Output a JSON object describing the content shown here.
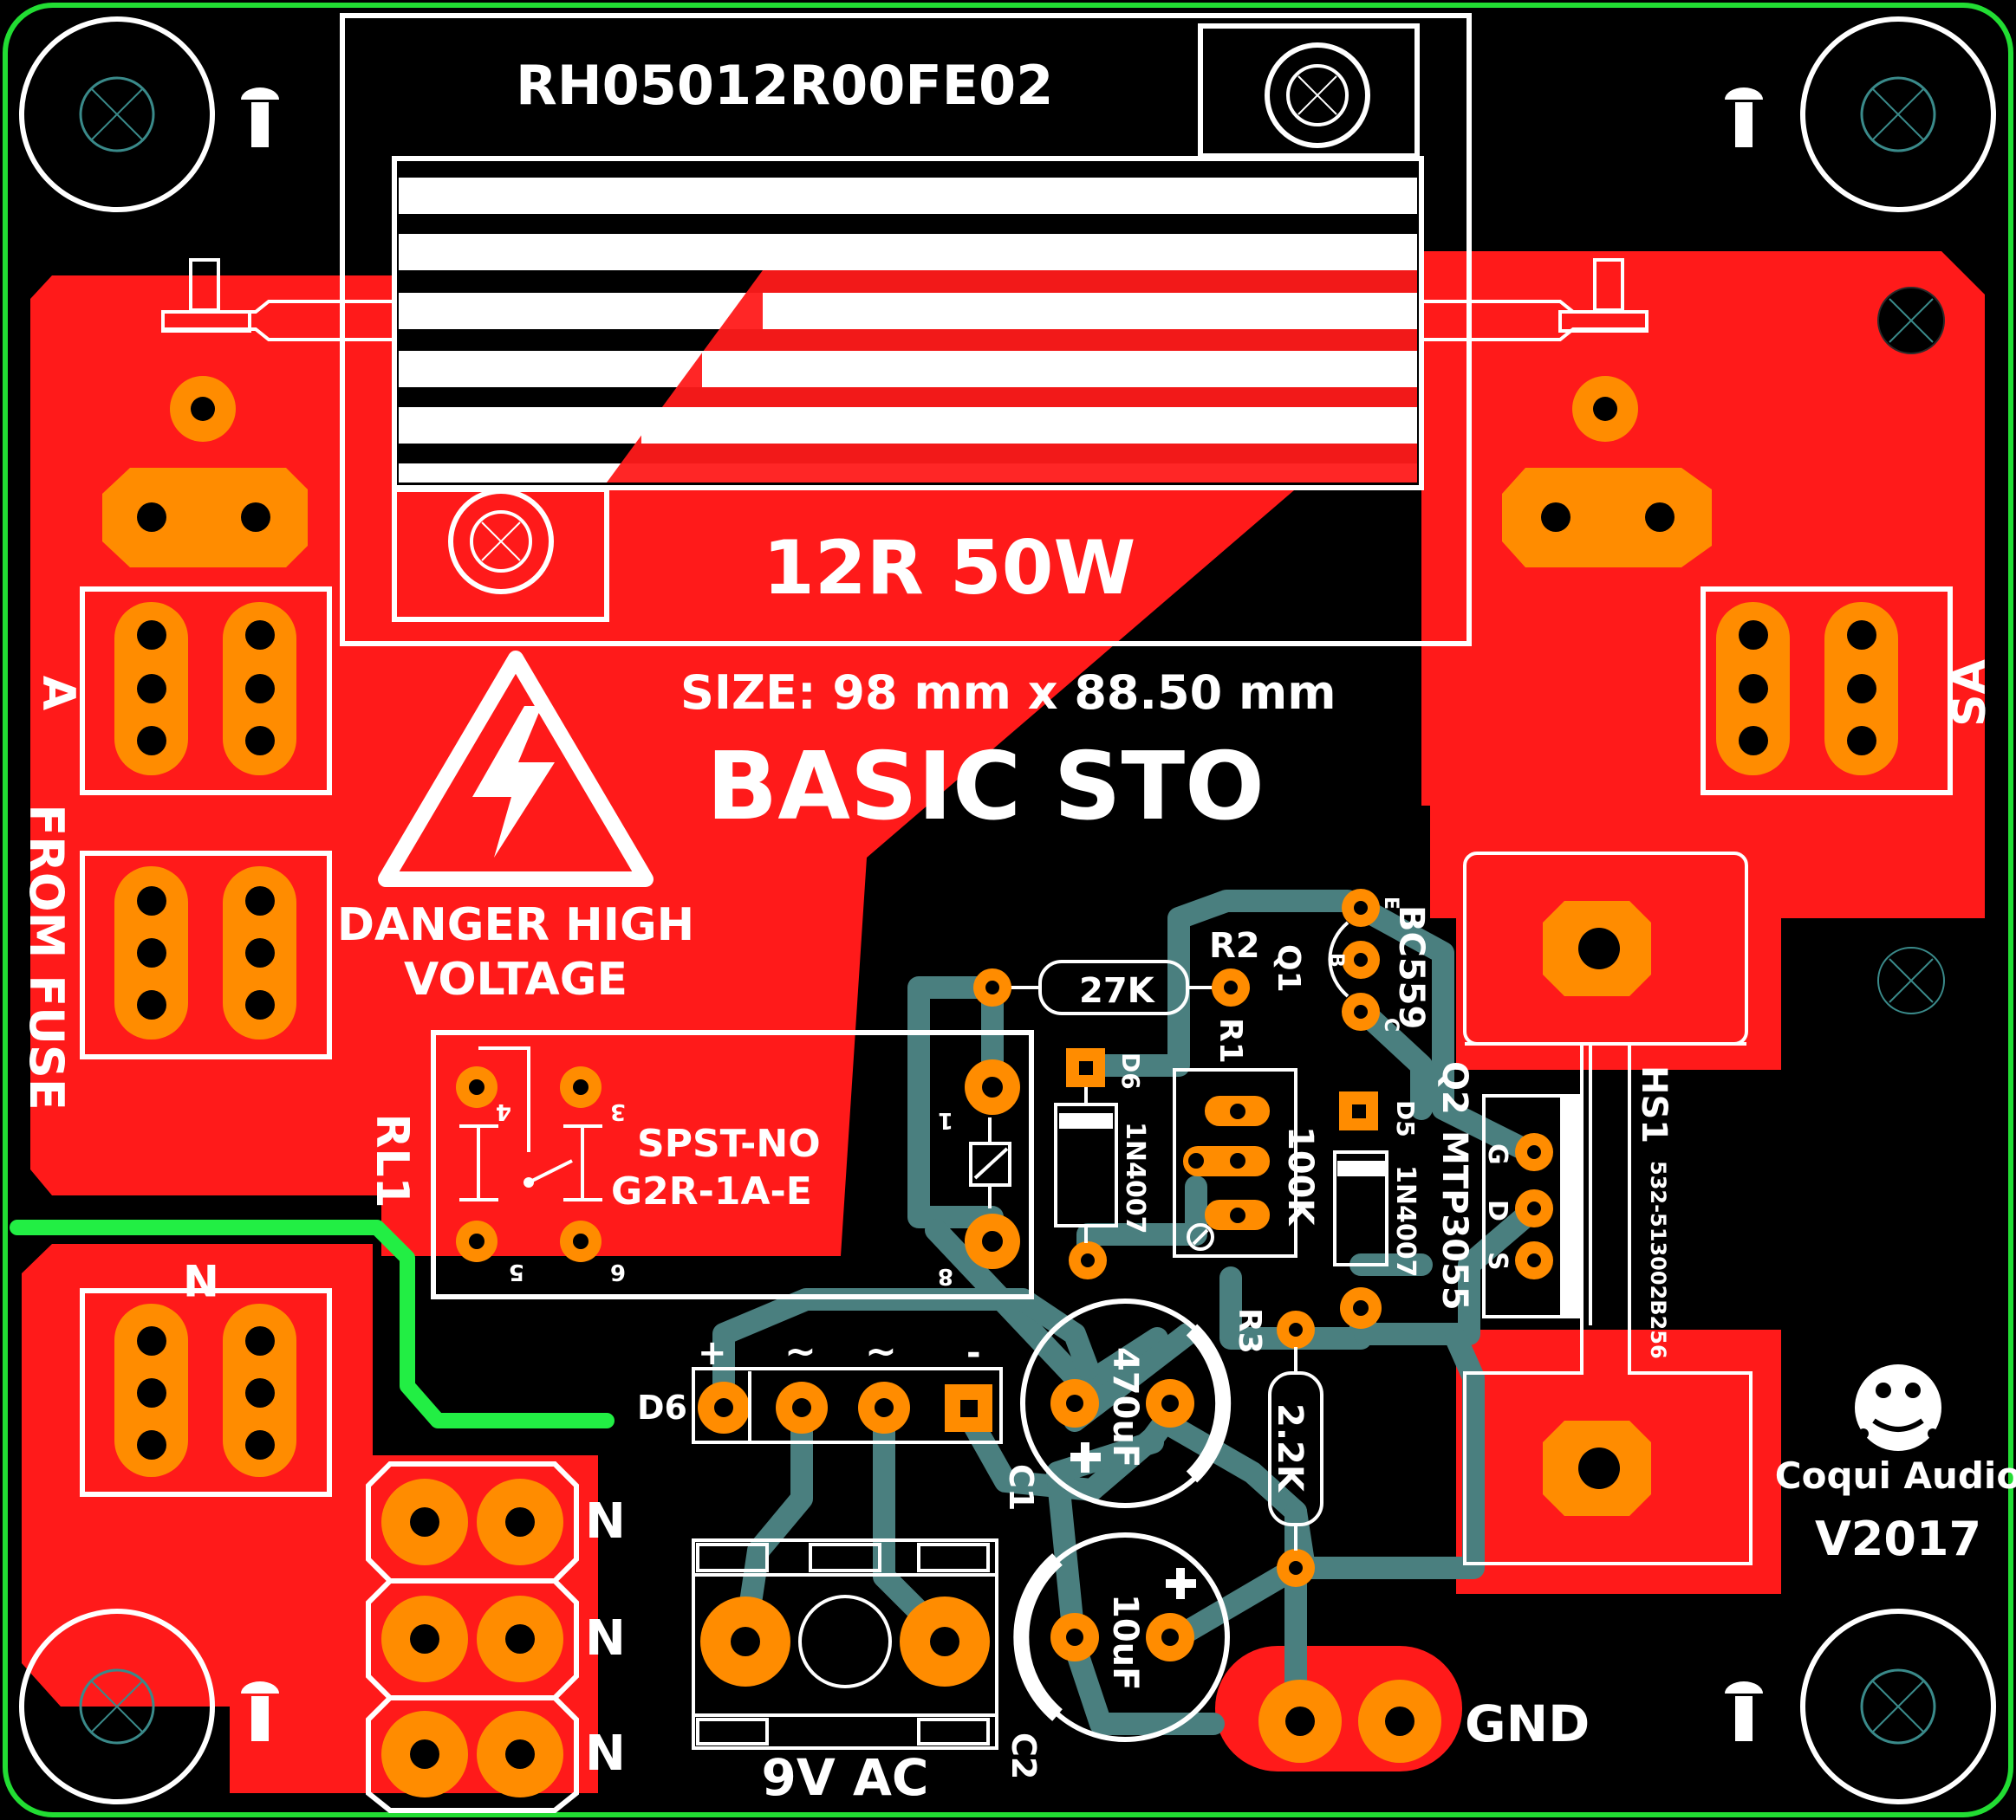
{
  "board": {
    "resistor_part": "RH05012R00FE02",
    "resistor_value": "12R 50W",
    "size": "SIZE: 98 mm x 88.50 mm",
    "title": "BASIC STO",
    "warning_line1": "DANGER HIGH",
    "warning_line2": "VOLTAGE",
    "brand": "Coqui Audio",
    "version": "V2017"
  },
  "labels": {
    "a": "A",
    "sa": "SA",
    "from_fuse": "FROM FUSE",
    "n": "N",
    "n1": "N",
    "n2": "N",
    "n3": "N",
    "gnd": "GND",
    "ac": "9V AC",
    "rl1": "RL1",
    "relay_type": "SPST-NO",
    "relay_part": "G2R-1A-E",
    "relay_pin1": "1",
    "relay_pin3": "3",
    "relay_pin4": "4",
    "relay_pin5": "5",
    "relay_pin6": "6",
    "relay_pin8": "8",
    "r2": "R2",
    "r2_value": "27K",
    "r1": "R1",
    "r1_value": "100K",
    "r3": "R3",
    "r3_value": "2.2K",
    "q1": "Q1",
    "q1_part": "BC559",
    "q1_e": "E",
    "q1_b": "B",
    "q1_c": "C",
    "q2": "Q2",
    "q2_part": "MTP3055",
    "q2_g": "G",
    "q2_d": "D",
    "q2_s": "S",
    "d6_relay": "D6",
    "d6_diode": "1N4007",
    "d5": "D5",
    "d5_diode": "1N4007",
    "bridge": "D6",
    "bridge_plus": "+",
    "bridge_ac1": "~",
    "bridge_ac2": "~",
    "bridge_minus": "-",
    "c1": "C1",
    "c1_value": "470uF",
    "c2": "C2",
    "c2_value": "10uF",
    "hs1": "HS1",
    "hs1_part": "532-513002B256"
  },
  "colors": {
    "copper": "#ff1a1a",
    "pad": "#ff8c00",
    "silkscreen": "#ffffff",
    "trace": "#4a7f7f",
    "outline": "#22dd33"
  },
  "icons": [
    "lightning-icon",
    "screw-icon",
    "frog-logo-icon",
    "mounting-hole-icon"
  ]
}
